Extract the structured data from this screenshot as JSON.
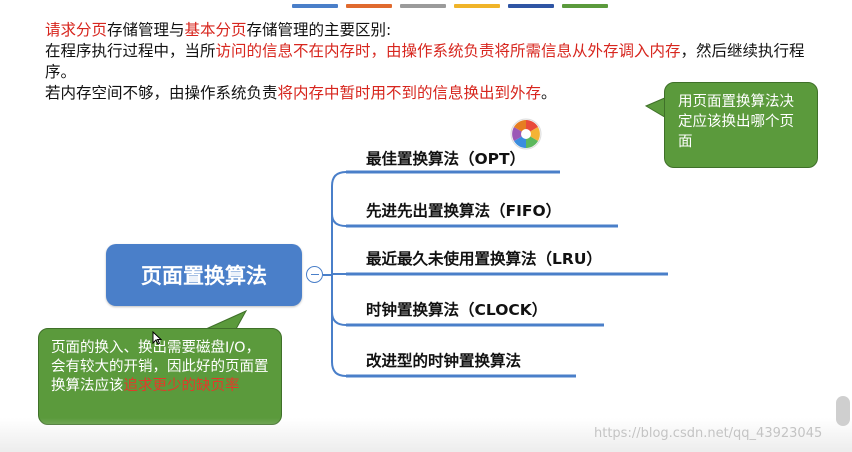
{
  "slide_top_bar": [
    {
      "color": "#4a7fc9"
    },
    {
      "color": "#e06a2e"
    },
    {
      "color": "#9b9b9b"
    },
    {
      "color": "#f0b429"
    },
    {
      "color": "#2f55a4"
    },
    {
      "color": "#5b9a3c"
    }
  ],
  "intro": {
    "line1": {
      "part1": "请求分页",
      "part2": "存储管理与",
      "part3": "基本分页",
      "part4": "存储管理的主要区别:"
    },
    "line2": {
      "part1": "在程序执行过程中，当所",
      "part2": "访问的信息不在内存时，由操作系统负责将所需信息从外存调入内存",
      "part3": "，然后继续执行程序。"
    },
    "line3": {
      "part1": "若内存空间不够，由操作系统负责",
      "part2": "将内存中暂时用不到的信息换出到外存",
      "part3": "。"
    }
  },
  "callout_right": {
    "text": "用页面置换算法决定应该换出哪个页面"
  },
  "callout_left": {
    "text_normal": "页面的换入、换出需要磁盘I/O，会有较大的开销，因此好的页面置换算法应该",
    "text_highlight": "追求更少的缺页率"
  },
  "center_node": {
    "label": "页面置换算法"
  },
  "branches": [
    {
      "label": "最佳置换算法（OPT）"
    },
    {
      "label": "先进先出置换算法（FIFO）"
    },
    {
      "label": "最近最久未使用置换算法（LRU）"
    },
    {
      "label": "时钟置换算法（CLOCK）"
    },
    {
      "label": "改进型的时钟置换算法"
    }
  ],
  "watermark": "https://blog.csdn.net/qq_43923045",
  "colors": {
    "accent_blue": "#4a7fc9",
    "callout_green": "#5b9a3c",
    "highlight_red": "#d7261e"
  }
}
